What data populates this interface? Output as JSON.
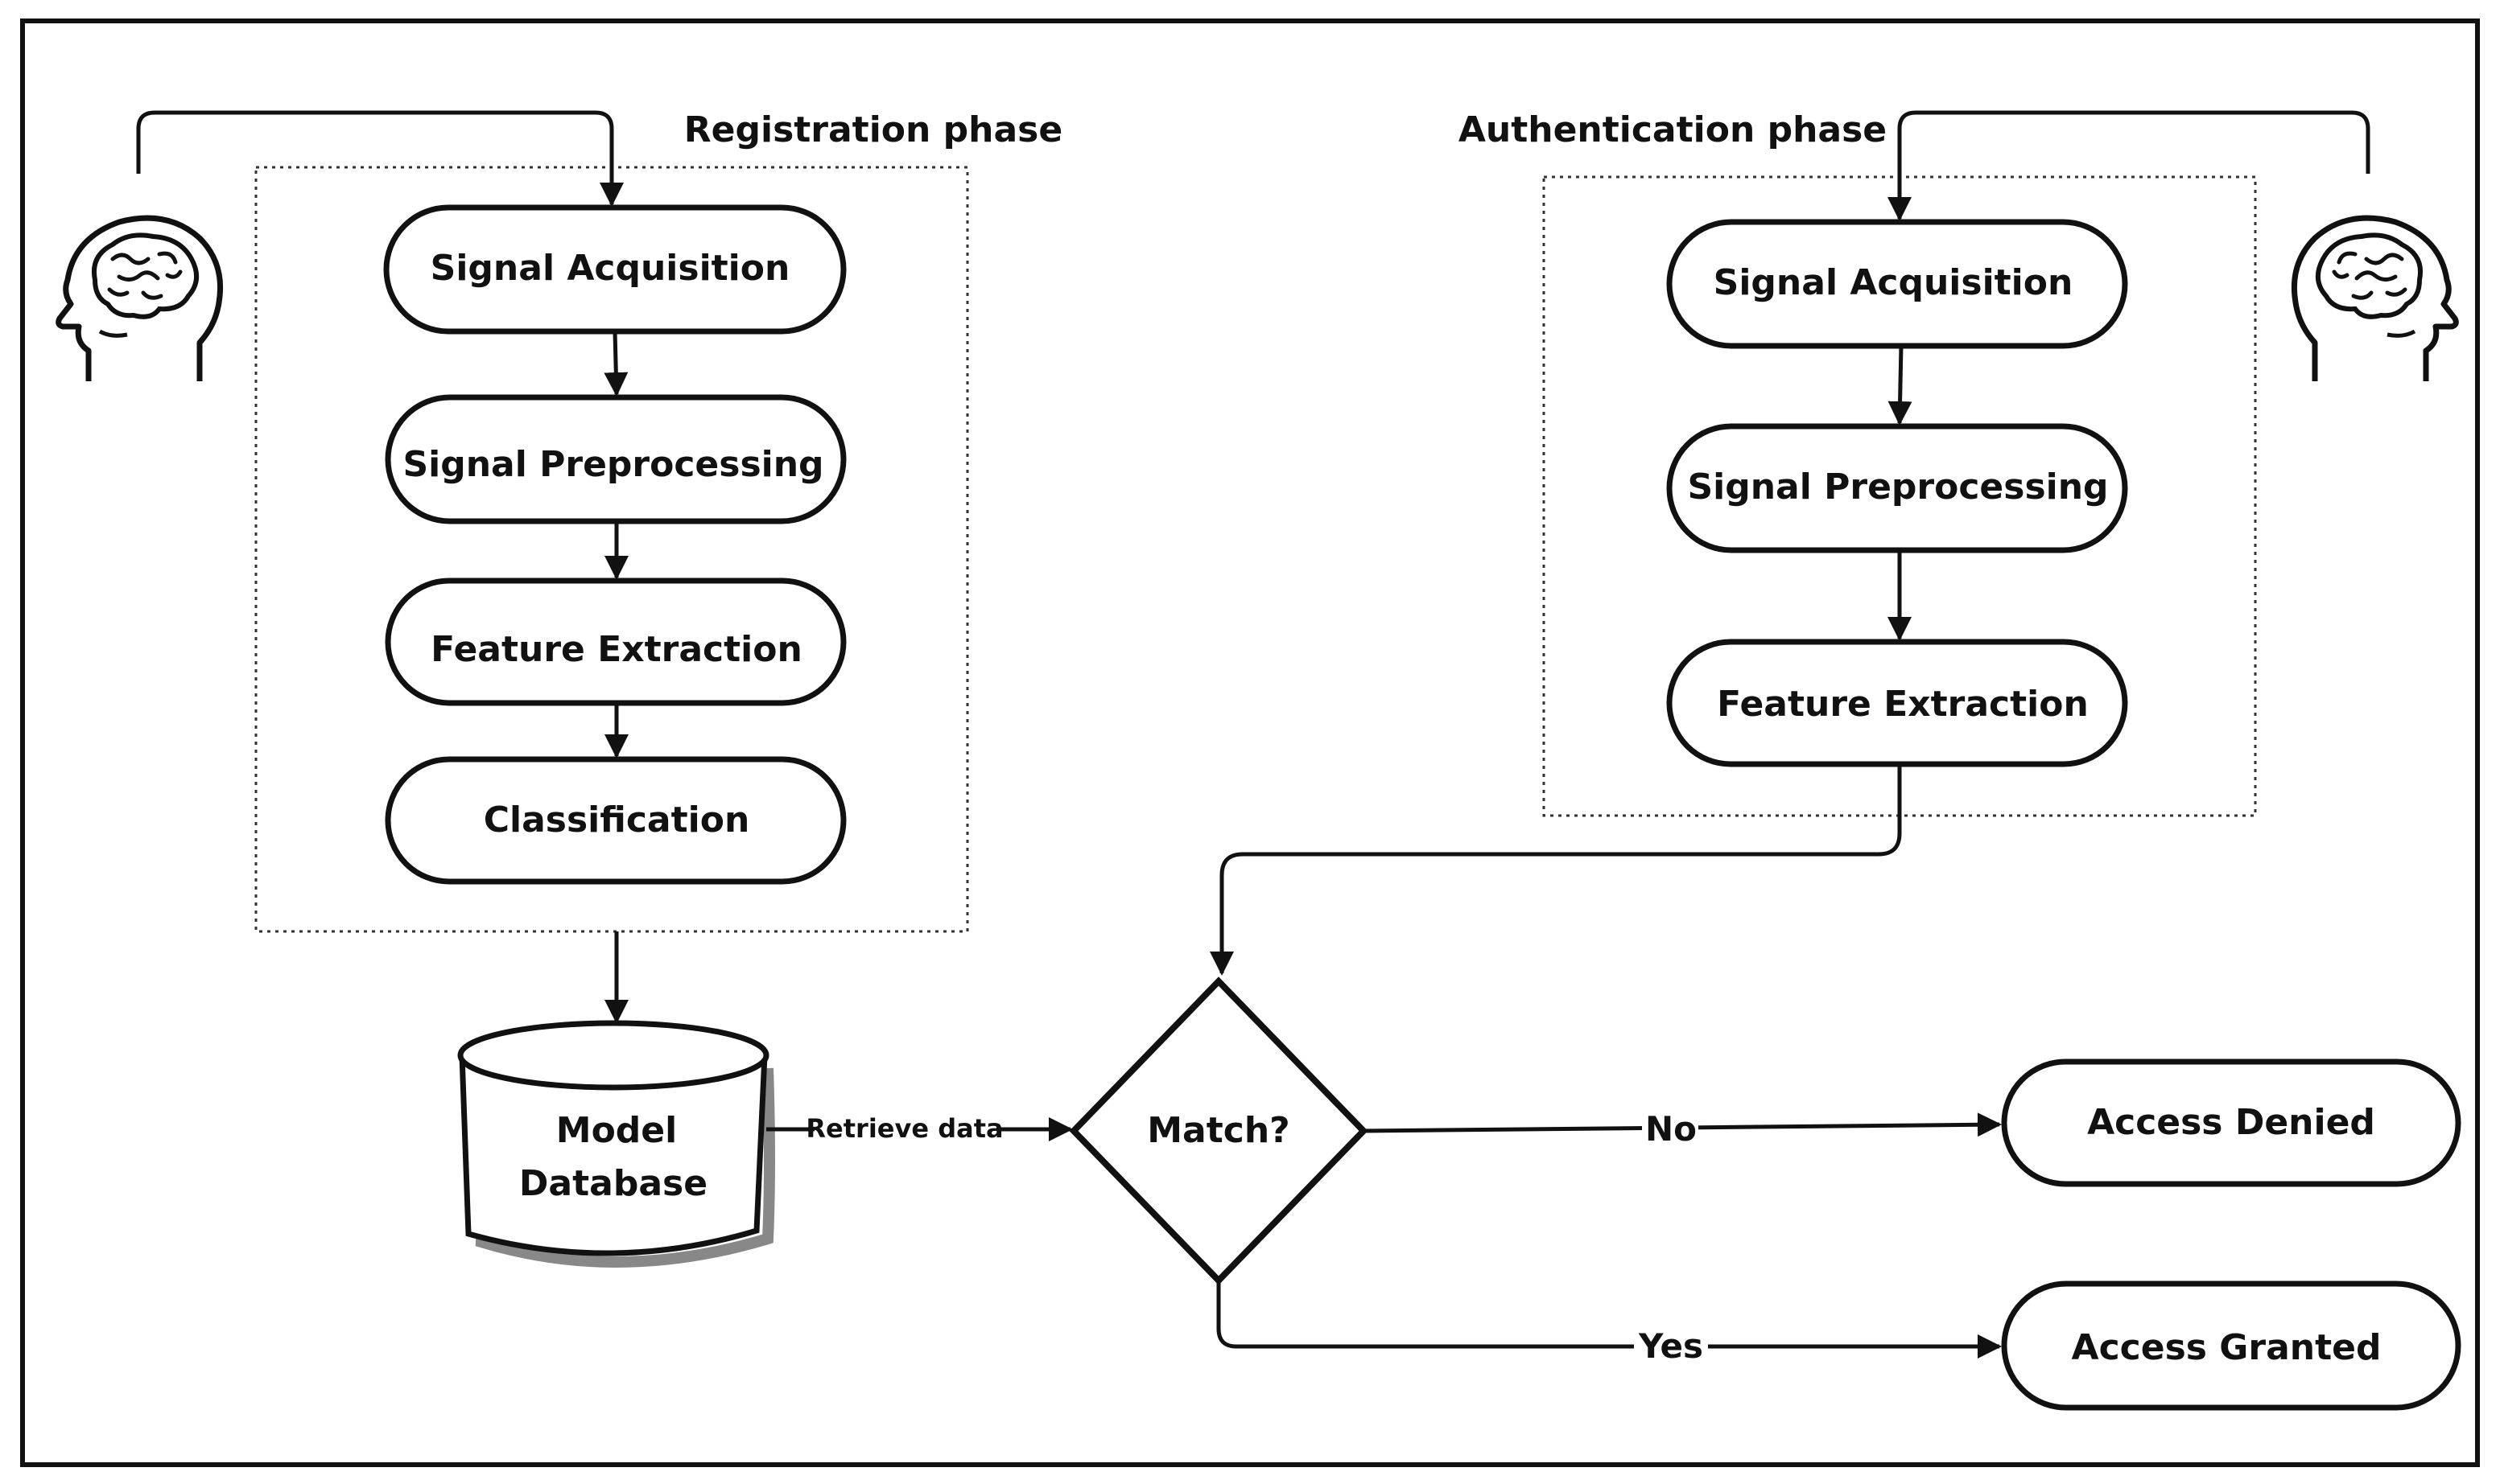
{
  "diagram": {
    "registration": {
      "title": "Registration phase",
      "steps": [
        "Signal Acquisition",
        "Signal Preprocessing",
        "Feature Extraction",
        "Classification"
      ]
    },
    "authentication": {
      "title": "Authentication phase",
      "steps": [
        "Signal Acquisition",
        "Signal Preprocessing",
        "Feature Extraction"
      ]
    },
    "database": {
      "line1": "Model",
      "line2": "Database"
    },
    "retrieve_label": "Retrieve data",
    "decision": "Match?",
    "no_label": "No",
    "yes_label": "Yes",
    "outcomes": {
      "denied": "Access Denied",
      "granted": "Access Granted"
    },
    "icons": {
      "user_left": "human-head-brain-icon",
      "user_right": "human-head-brain-icon"
    },
    "colors": {
      "stroke": "#111111",
      "background": "#ffffff"
    }
  }
}
